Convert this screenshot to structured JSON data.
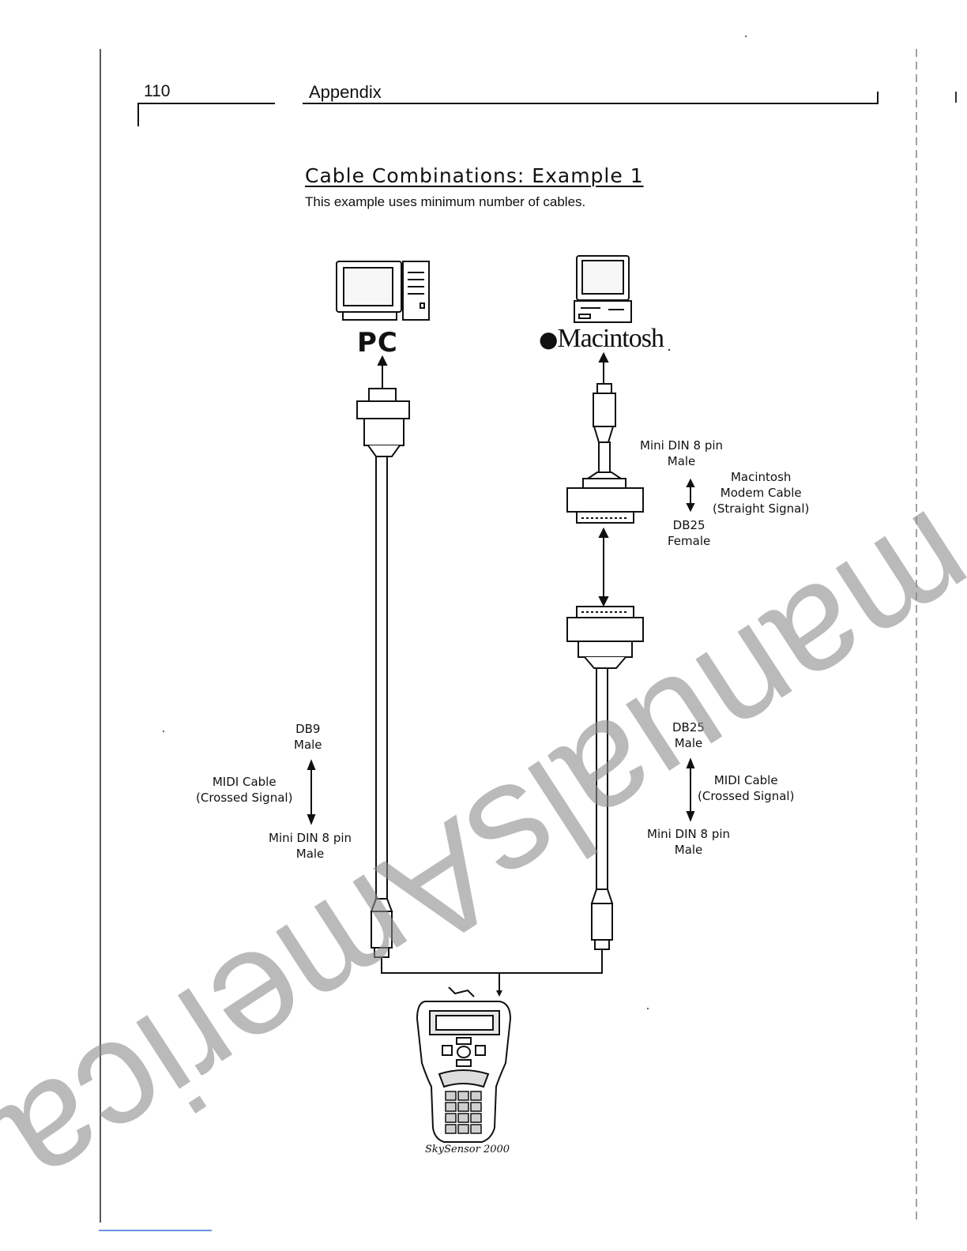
{
  "header": {
    "page_number": "110",
    "section": "Appendix"
  },
  "heading": "Cable Combinations: Example 1",
  "subheading": "This example uses minimum number of cables.",
  "computers": {
    "pc_label": "PC",
    "mac_label": "Macintosh"
  },
  "left_cable": {
    "top_end": "DB9\nMale",
    "cable": "MIDI Cable\n(Crossed Signal)",
    "bottom_end": "Mini DIN 8 pin\nMale"
  },
  "right_cable": {
    "modem_top_end": "Mini DIN 8 pin\nMale",
    "modem_cable": "Macintosh\nModem Cable\n(Straight Signal)",
    "modem_bottom_end": "DB25\nFemale",
    "midi_top_end": "DB25\nMale",
    "midi_cable": "MIDI Cable\n(Crossed Signal)",
    "midi_bottom_end": "Mini DIN 8 pin\nMale"
  },
  "device": {
    "brand": "SkySensor 2000"
  },
  "watermark": "manualsAmerica"
}
